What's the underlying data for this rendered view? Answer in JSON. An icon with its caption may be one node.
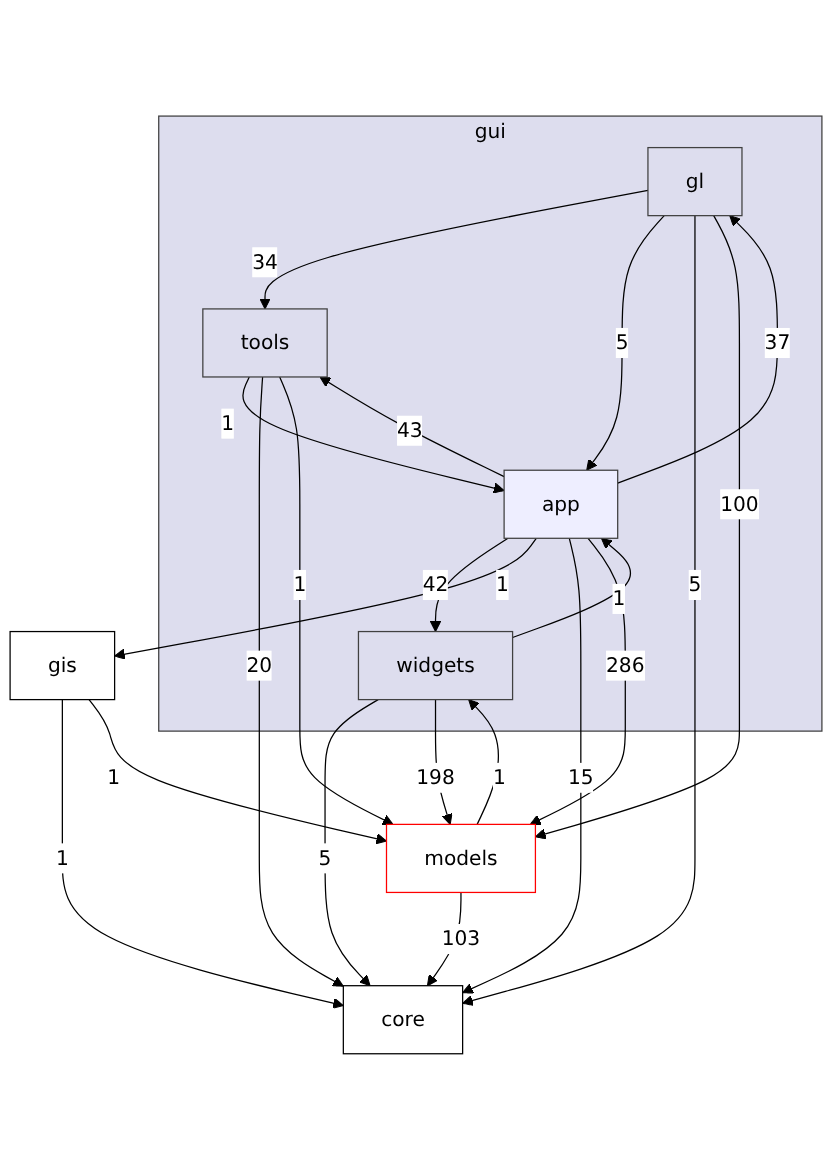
{
  "diagram": {
    "nodes": [
      {
        "text": [
          "gui"
        ]
      },
      {
        "text": [
          "gl"
        ],
        "in": 0
      },
      {
        "text": [
          "tools"
        ],
        "in": 0
      },
      {
        "text": [
          "app"
        ],
        "in": 0
      },
      {
        "text": [
          "widgets"
        ],
        "in": 0
      },
      {
        "text": [
          "gis"
        ]
      },
      {
        "text": [
          "models"
        ]
      },
      {
        "text": [
          "core"
        ]
      }
    ],
    "edges": [
      {
        "from": 1,
        "to": 2,
        "arrow": "to",
        "label": "34"
      },
      {
        "from": 1,
        "to": 3,
        "arrow": "to",
        "label": "5"
      },
      {
        "from": 3,
        "to": 1,
        "arrow": "to",
        "label": "37"
      },
      {
        "from": 2,
        "to": 3,
        "arrow": "to",
        "label": "1"
      },
      {
        "from": 3,
        "to": 2,
        "arrow": "to",
        "label": "43"
      },
      {
        "from": 3,
        "to": 4,
        "arrow": "to",
        "label": "42"
      },
      {
        "from": 4,
        "to": 3,
        "arrow": "to",
        "label": "1"
      },
      {
        "from": 3,
        "to": 5,
        "arrow": "to",
        "label": "1"
      },
      {
        "from": 1,
        "to": 7,
        "arrow": "to",
        "label": "5"
      },
      {
        "from": 2,
        "to": 7,
        "arrow": "to",
        "label": "20"
      },
      {
        "from": 5,
        "to": 7,
        "arrow": "to",
        "label": "1"
      },
      {
        "from": 4,
        "to": 7,
        "arrow": "to",
        "label": "5"
      },
      {
        "from": 3,
        "to": 7,
        "arrow": "to",
        "label": "15"
      },
      {
        "from": 6,
        "to": 7,
        "arrow": "to",
        "label": "103"
      },
      {
        "from": 3,
        "to": 6,
        "arrow": "to",
        "label": "286"
      },
      {
        "from": 2,
        "to": 6,
        "arrow": "to",
        "label": "1"
      },
      {
        "from": 1,
        "to": 6,
        "arrow": "to",
        "label": "100"
      },
      {
        "from": 4,
        "to": 6,
        "arrow": "to",
        "label": "198"
      },
      {
        "from": 6,
        "to": 4,
        "arrow": "to",
        "label": "1"
      },
      {
        "from": 5,
        "to": 6,
        "arrow": "to",
        "label": "1"
      }
    ]
  }
}
